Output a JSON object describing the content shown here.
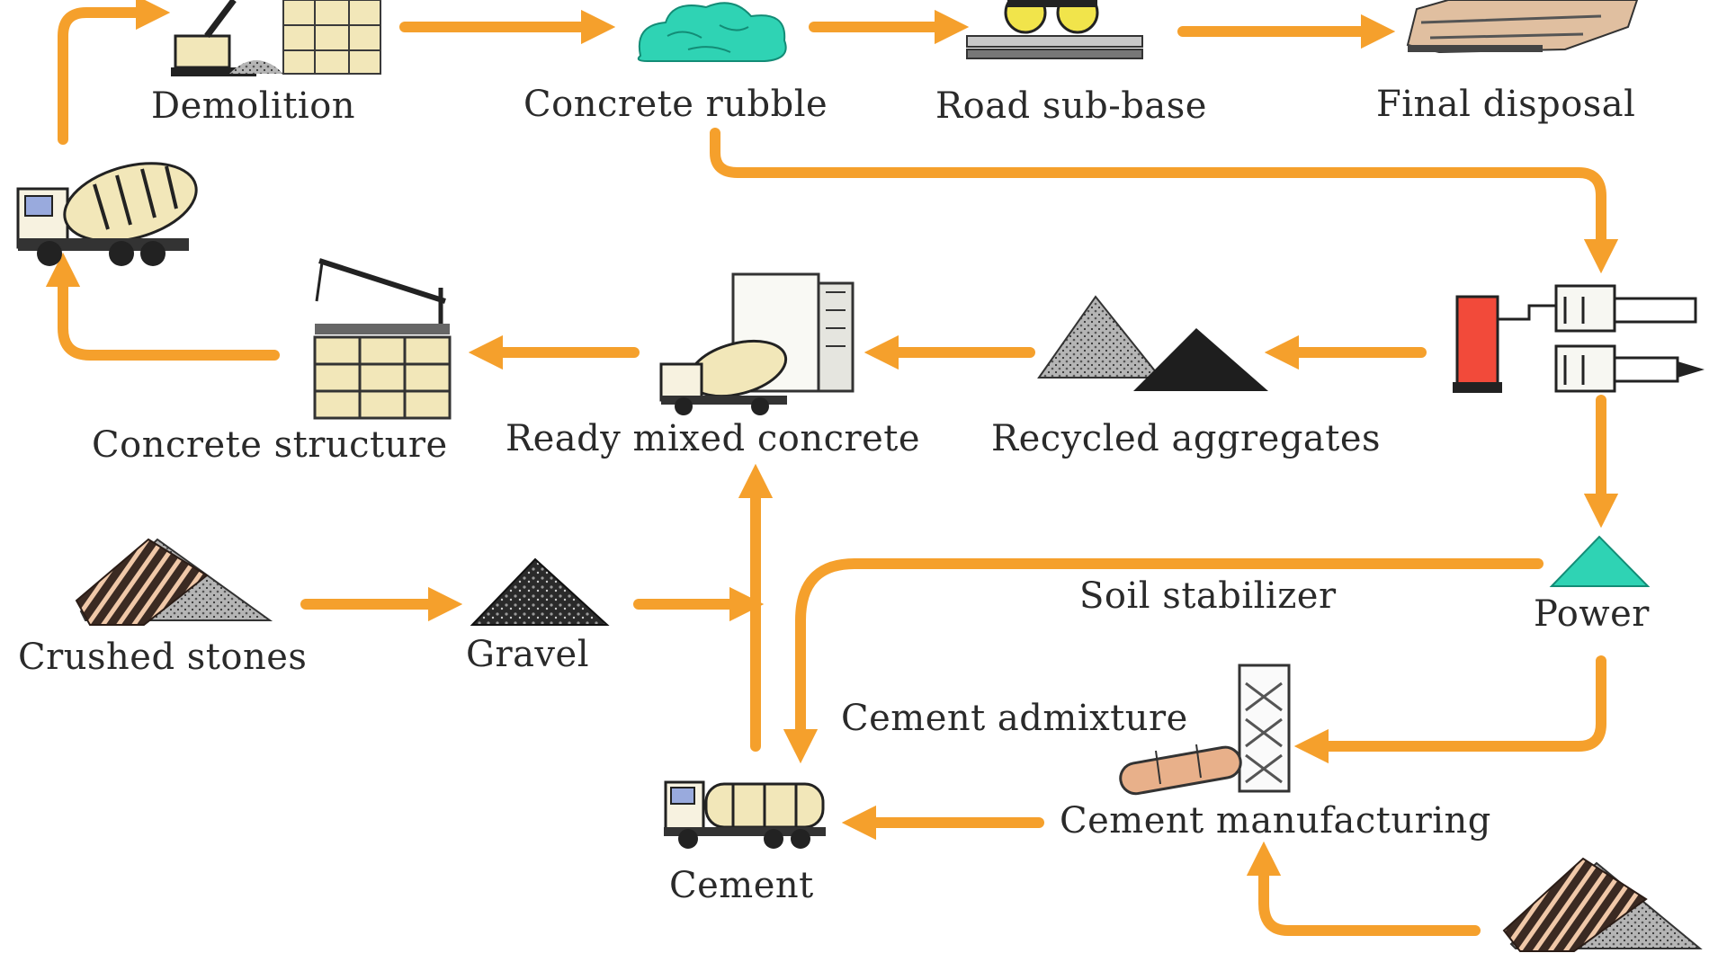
{
  "colors": {
    "arrow": "#f5a02c",
    "rubble": "#2fd3b4",
    "power_triangle": "#2fd3b4",
    "furnace": "#f24a3a",
    "tan": "#f2e7b9",
    "dark": "#1e1e1e",
    "yellow": "#f1e44b",
    "pipe": "#e8b08a"
  },
  "nodes": {
    "demolition": {
      "label": "Demolition",
      "icon": "demolition-excavator-icon"
    },
    "concrete_rubble": {
      "label": "Concrete rubble",
      "icon": "rubble-pile-icon"
    },
    "road_sub_base": {
      "label": "Road sub-base",
      "icon": "road-roller-icon"
    },
    "final_disposal": {
      "label": "Final disposal",
      "icon": "landfill-icon"
    },
    "mixer_truck": {
      "label": "",
      "icon": "mixer-truck-icon"
    },
    "concrete_structure": {
      "label": "Concrete structure",
      "icon": "crane-building-icon"
    },
    "ready_mixed_concrete": {
      "label": "Ready mixed concrete",
      "icon": "batch-plant-icon"
    },
    "recycled_aggregates": {
      "label": "Recycled aggregates",
      "icon": "aggregate-piles-icon"
    },
    "recycling_plant": {
      "label": "",
      "icon": "recycling-plant-icon"
    },
    "crushed_stones": {
      "label": "Crushed stones",
      "icon": "crushed-stone-pile-icon"
    },
    "gravel": {
      "label": "Gravel",
      "icon": "gravel-pile-icon"
    },
    "power": {
      "label": "Power",
      "icon": "powder-triangle-icon"
    },
    "soil_stabilizer": {
      "label": "Soil stabilizer"
    },
    "cement_admixture": {
      "label": "Cement admixture",
      "icon": "cement-kiln-icon"
    },
    "cement_manufacturing": {
      "label": "Cement manufacturing"
    },
    "cement": {
      "label": "Cement",
      "icon": "cement-truck-icon"
    },
    "limestone": {
      "label": "",
      "icon": "limestone-pile-icon"
    }
  }
}
